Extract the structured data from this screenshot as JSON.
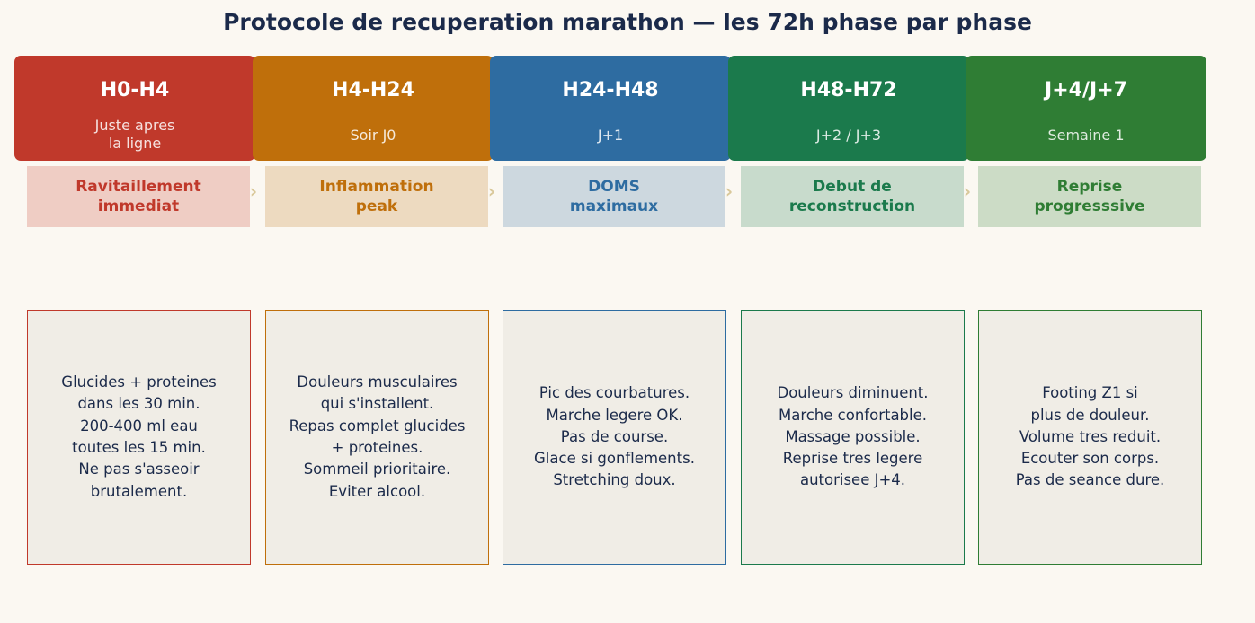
{
  "title": "Protocole de recuperation marathon — les 72h phase par phase",
  "colors": {
    "background": "#fbf8f2",
    "title_text": "#1b2a4a",
    "arrow": "#d9c89a",
    "detail_bg": "#f0ede6"
  },
  "phases": [
    {
      "range": "H0-H4",
      "when": "Juste apres\nla ligne",
      "label": "Ravitaillement\nimmediat",
      "detail": "Glucides + proteines\ndans les 30 min.\n200-400 ml eau\ntoutes les 15 min.\nNe pas s'asseoir\nbrutalement.",
      "color": "#c0392b",
      "tint": "#efcdc4"
    },
    {
      "range": "H4-H24",
      "when": "Soir J0",
      "label": "Inflammation\npeak",
      "detail": "Douleurs musculaires\nqui s'installent.\nRepas complet glucides\n+ proteines.\nSommeil prioritaire.\nEviter alcool.",
      "color": "#bf6f0b",
      "tint": "#eddac0"
    },
    {
      "range": "H24-H48",
      "when": "J+1",
      "label": "DOMS\nmaximaux",
      "detail": "Pic des courbatures.\nMarche legere OK.\nPas de course.\nGlace si gonflements.\nStretching doux.",
      "color": "#2e6ca1",
      "tint": "#cdd8df"
    },
    {
      "range": "H48-H72",
      "when": "J+2 / J+3",
      "label": "Debut de\nreconstruction",
      "detail": "Douleurs diminuent.\nMarche confortable.\nMassage possible.\nReprise tres legere\nautorisee J+4.",
      "color": "#1b7a4c",
      "tint": "#c8dbcc"
    },
    {
      "range": "J+4/J+7",
      "when": "Semaine 1",
      "label": "Reprise\nprogresssive",
      "detail": "Footing Z1 si\nplus de douleur.\nVolume tres reduit.\nEcouter son corps.\nPas de seance dure.",
      "color": "#2f7d34",
      "tint": "#ccdcc6"
    }
  ],
  "arrow_glyph": "›"
}
